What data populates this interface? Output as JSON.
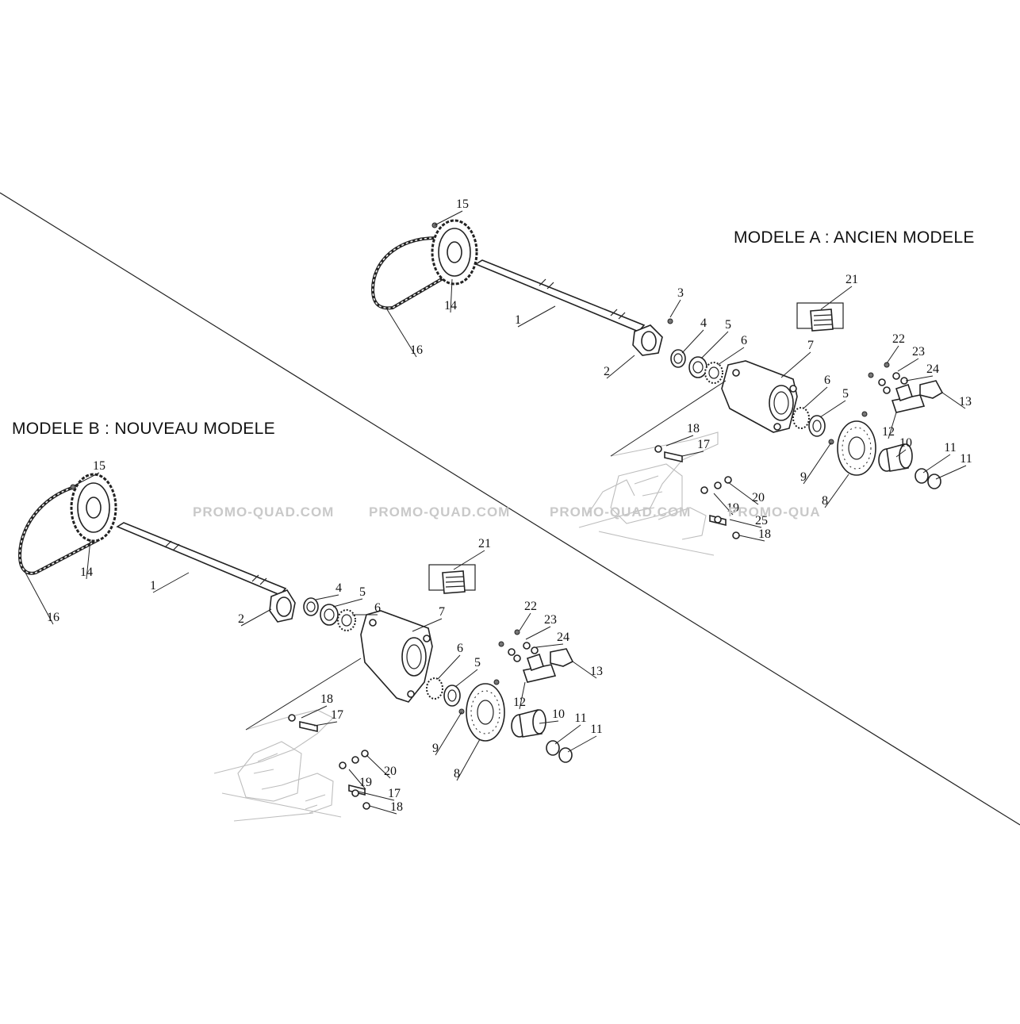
{
  "model_a": {
    "title": "MODELE A : ANCIEN MODELE",
    "labels": [
      "15",
      "14",
      "16",
      "1",
      "3",
      "2",
      "4",
      "5",
      "6",
      "7",
      "21",
      "22",
      "23",
      "24",
      "13",
      "12",
      "6",
      "5",
      "18",
      "17",
      "9",
      "8",
      "10",
      "11",
      "11",
      "20",
      "19",
      "25",
      "18"
    ]
  },
  "model_b": {
    "title": "MODELE B : NOUVEAU MODELE",
    "labels": [
      "15",
      "14",
      "16",
      "1",
      "2",
      "4",
      "5",
      "6",
      "7",
      "21",
      "22",
      "23",
      "24",
      "13",
      "12",
      "6",
      "5",
      "18",
      "17",
      "9",
      "8",
      "10",
      "11",
      "11",
      "20",
      "19",
      "17",
      "18"
    ]
  },
  "watermark": {
    "text": "PROMO-QUAD.COM",
    "text_cut": "PROMO-QUA"
  }
}
